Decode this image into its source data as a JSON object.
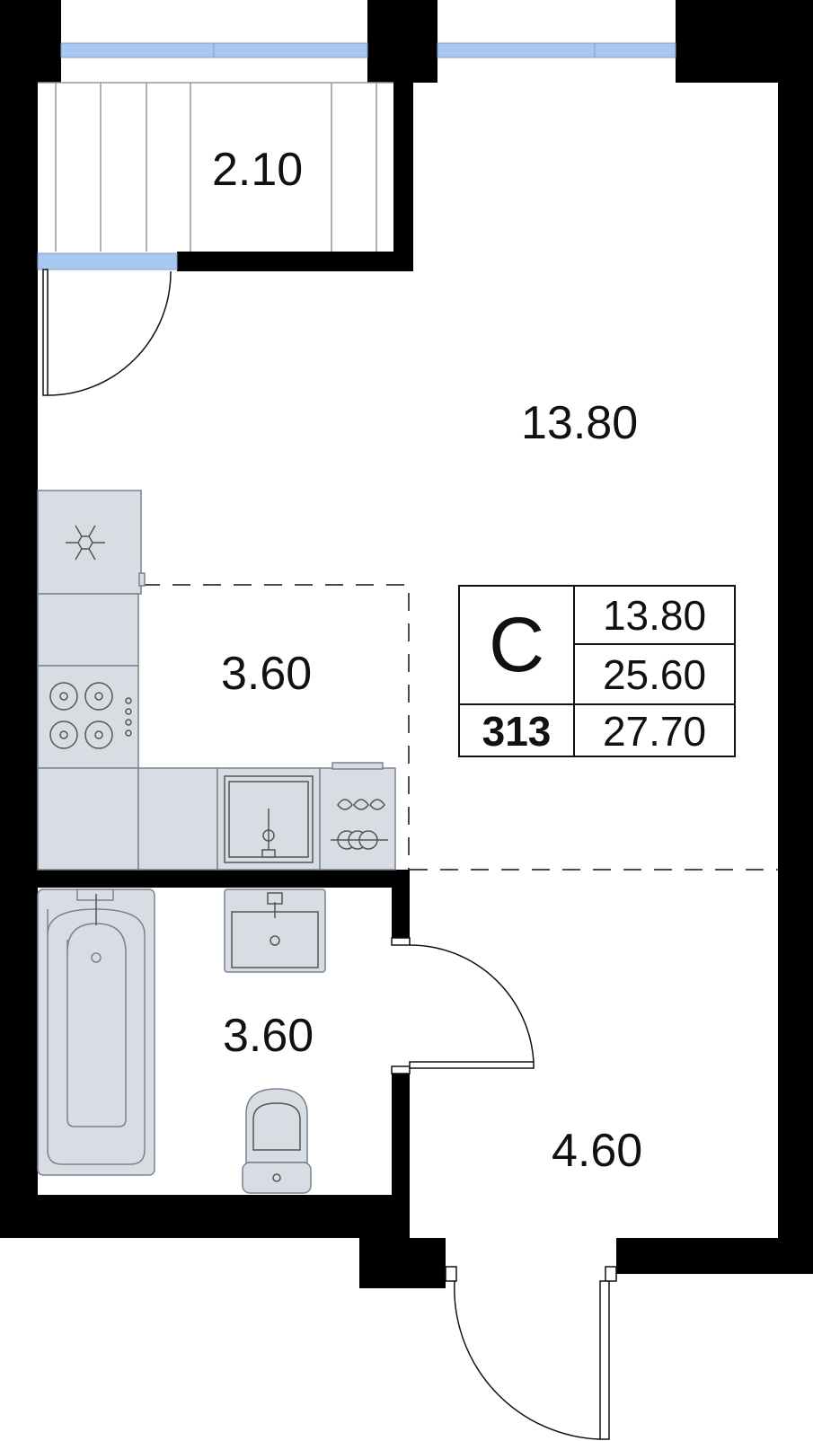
{
  "rooms": {
    "balcony": "2.10",
    "living_room": "13.80",
    "kitchen": "3.60",
    "bathroom": "3.60",
    "hall": "4.60"
  },
  "info": {
    "type": "С",
    "number": "313",
    "living_area": "13.80",
    "area_without_balcony": "25.60",
    "total_area": "27.70"
  },
  "colors": {
    "wall": "#000000",
    "glass": "#a8c8f0",
    "fixture_fill": "#d8dde4",
    "fixture_stroke": "#7a8290",
    "line": "#111111"
  },
  "icons": {
    "freezer": "snowflake-icon"
  }
}
